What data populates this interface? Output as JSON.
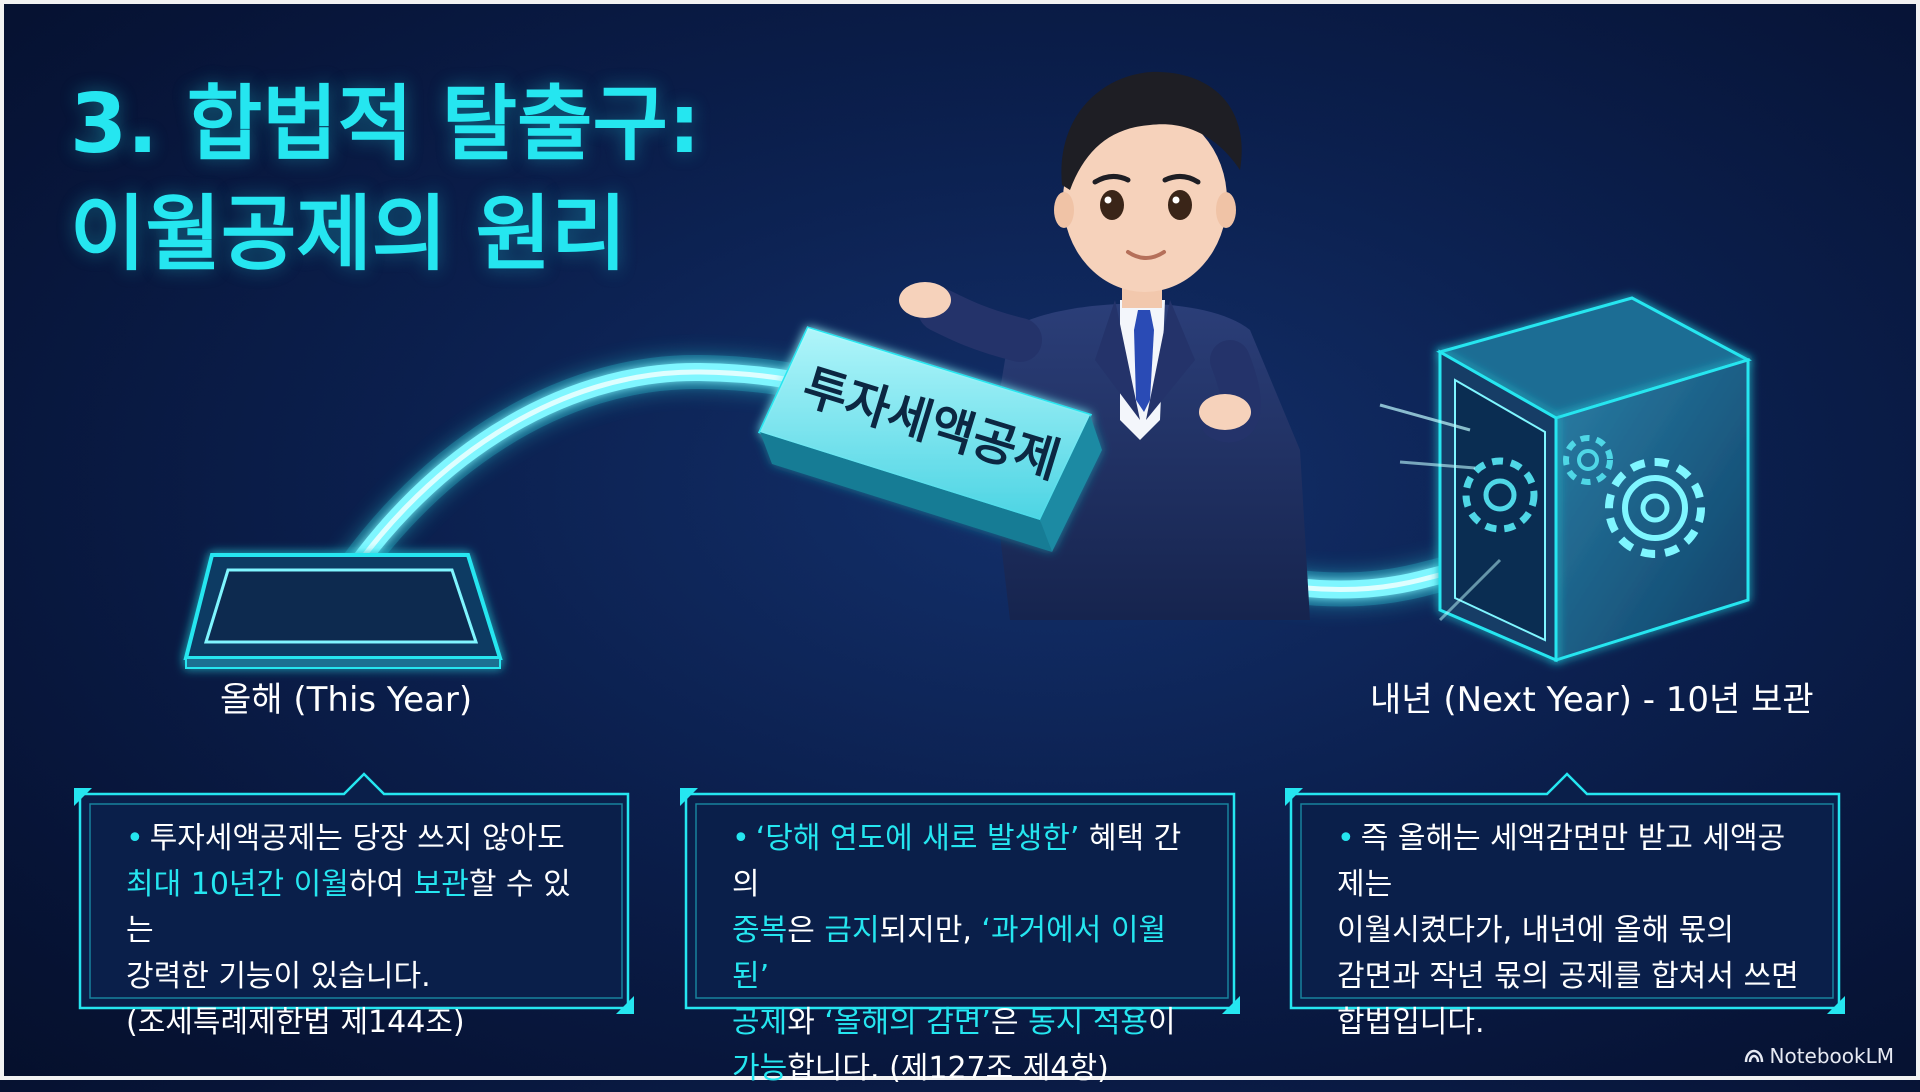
{
  "title": {
    "line1": "3. 합법적 탈출구:",
    "line2": "이월공제의 원리"
  },
  "diagram": {
    "credit_block_label": "투자세액공제",
    "this_year_label": "올해 (This Year)",
    "next_year_label": "내년 (Next Year) - 10년 보관"
  },
  "cards": [
    {
      "lines": [
        [
          {
            "t": "투자세액공제는 당장 쓰지 않아도",
            "h": false
          }
        ],
        [
          {
            "t": "최대 10년간 이월",
            "h": true
          },
          {
            "t": "하여 ",
            "h": false
          },
          {
            "t": "보관",
            "h": true
          },
          {
            "t": "할 수 있는",
            "h": false
          }
        ],
        [
          {
            "t": "강력한 기능이 있습니다.",
            "h": false
          }
        ],
        [
          {
            "t": "(조세특례제한법 제144조)",
            "h": false
          }
        ]
      ]
    },
    {
      "lines": [
        [
          {
            "t": "‘당해 연도에 새로 발생한’",
            "h": true
          },
          {
            "t": " 혜택 간의",
            "h": false
          }
        ],
        [
          {
            "t": "중복",
            "h": true
          },
          {
            "t": "은 ",
            "h": false
          },
          {
            "t": "금지",
            "h": true
          },
          {
            "t": "되지만, ",
            "h": false
          },
          {
            "t": "‘과거에서 이월된’",
            "h": true
          }
        ],
        [
          {
            "t": "공제",
            "h": true
          },
          {
            "t": "와 ",
            "h": false
          },
          {
            "t": "‘올해의 감면’",
            "h": true
          },
          {
            "t": "은 ",
            "h": false
          },
          {
            "t": "동시 적용",
            "h": true
          },
          {
            "t": "이",
            "h": false
          }
        ],
        [
          {
            "t": "가능",
            "h": true
          },
          {
            "t": "합니다. (제127조 제4항)",
            "h": false
          }
        ]
      ]
    },
    {
      "lines": [
        [
          {
            "t": "즉 올해는 세액감면만 받고 세액공제는",
            "h": false
          }
        ],
        [
          {
            "t": "이월시켰다가, 내년에 올해 몫의",
            "h": false
          }
        ],
        [
          {
            "t": "감면과 작년 몫의 공제를 합쳐서 쓰면",
            "h": false
          }
        ],
        [
          {
            "t": "합법입니다.",
            "h": false
          }
        ]
      ]
    }
  ],
  "bullet_symbol": "•",
  "brand": "NotebookLM",
  "icons": [
    "gear-icon",
    "vault-icon",
    "notebooklm-logo-icon"
  ],
  "colors": {
    "accent": "#25e6f0",
    "background": "#0b1f4d",
    "text": "#ffffff"
  }
}
